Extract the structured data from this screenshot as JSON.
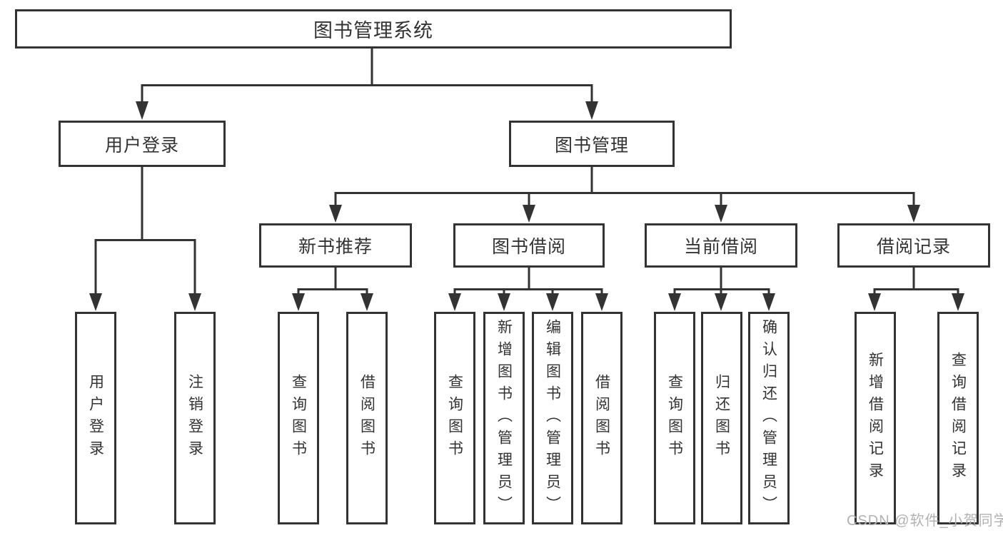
{
  "diagram_title": "图书管理系统",
  "tree": {
    "root": {
      "label": "图书管理系统"
    },
    "branches": [
      {
        "label": "用户登录",
        "children": [
          {
            "label": "用户登录"
          },
          {
            "label": "注销登录"
          }
        ]
      },
      {
        "label": "图书管理",
        "children": [
          {
            "label": "新书推荐",
            "children": [
              {
                "label": "查询图书"
              },
              {
                "label": "借阅图书"
              }
            ]
          },
          {
            "label": "图书借阅",
            "children": [
              {
                "label": "查询图书"
              },
              {
                "label": "新增图书（管理员）"
              },
              {
                "label": "编辑图书（管理员）"
              },
              {
                "label": "借阅图书"
              }
            ]
          },
          {
            "label": "当前借阅",
            "children": [
              {
                "label": "查询图书"
              },
              {
                "label": "归还图书"
              },
              {
                "label": "确认归还（管理员）"
              }
            ]
          },
          {
            "label": "借阅记录",
            "children": [
              {
                "label": "新增借阅记录"
              },
              {
                "label": "查询借阅记录"
              }
            ]
          }
        ]
      }
    ]
  },
  "watermark": {
    "text": "CSDN @软件_小贺同学",
    "color": "#b2b2b2"
  },
  "icons": {
    "arrow": "arrow-down-icon"
  },
  "colors": {
    "line": "#333333",
    "box_border": "#333333",
    "text": "#333333",
    "background": "#ffffff"
  }
}
